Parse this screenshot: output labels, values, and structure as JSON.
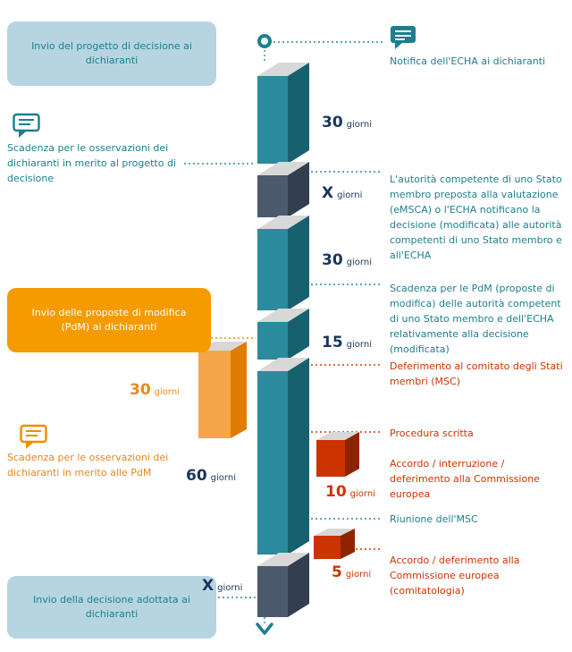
{
  "callouts": {
    "top": "Invio del progetto di decisione ai dichiaranti",
    "pdm": "Invio delle proposte di modifica (PdM) ai dichiaranti",
    "bottom": "Invio della decisione adottata ai dichiaranti"
  },
  "left_notes": {
    "obs_draft": "Scadenza per le osservazioni dei dichiaranti in merito al progetto di decisione",
    "obs_pdm": "Scadenza per le osservazioni dei dichiaranti in merito alle PdM"
  },
  "right_notes": {
    "notifica": "Notifica dell'ECHA ai dichiaranti",
    "autorita": "L'autorità competente di uno Stato membro preposta alla valutazione (eMSCA) o l'ECHA notificano la decisione (modificata) alle autorità competenti di uno Stato membro e all'ECHA",
    "scadenza_pdm": "Scadenza per le PdM (proposte di modifica) delle autorità competent di uno Stato membro e dell'ECHA relativamente alla decisione (modificata)",
    "deferimento": "Deferimento al comitato degli Stati membri (MSC)",
    "procedura": "Procedura scritta",
    "accordo10": "Accordo / interruzione / deferimento alla Commissione europea",
    "riunione": "Riunione dell'MSC",
    "accordo5": "Accordo / deferimento alla Commissione europea (comitatologia)"
  },
  "durations": {
    "seg1": {
      "value": "30",
      "unit": "giorni"
    },
    "seg2": {
      "value": "X",
      "unit": "giorni"
    },
    "seg3": {
      "value": "30",
      "unit": "giorni"
    },
    "seg4": {
      "value": "15",
      "unit": "giorni"
    },
    "orange": {
      "value": "30",
      "unit": "giorni"
    },
    "seg5": {
      "value": "60",
      "unit": "giorni"
    },
    "cube10": {
      "value": "10",
      "unit": "giorni"
    },
    "cube5": {
      "value": "5",
      "unit": "giorni"
    },
    "seg6": {
      "value": "X",
      "unit": "giorni"
    }
  },
  "colors": {
    "teal_text": "#1B7F8E",
    "teal_front": "#2B8A9B",
    "teal_side": "#17616F",
    "dark_front": "#4D5A6E",
    "dark_side": "#333E4F",
    "orange_box": "#F59B00",
    "orange_front": "#F5A648",
    "orange_side": "#E07C04",
    "red": "#CC3300",
    "red_side": "#8F2300",
    "navy_text": "#17365D",
    "gray_top": "#D8D8D8",
    "callout_bg": "#B6D5E1"
  }
}
